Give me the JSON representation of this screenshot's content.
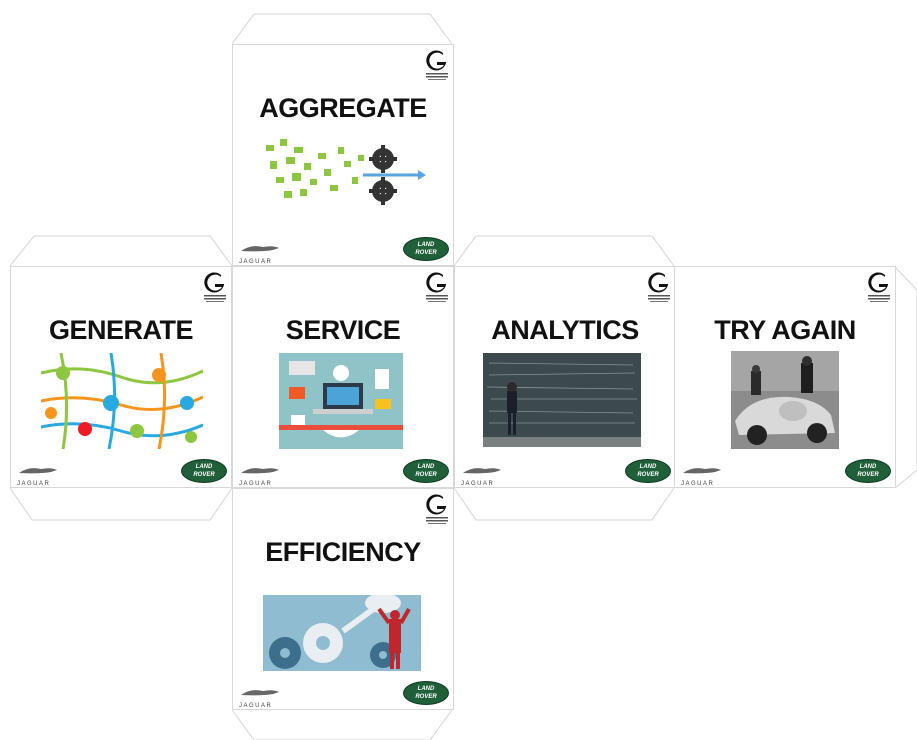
{
  "faces": {
    "aggregate": {
      "title": "AGGREGATE"
    },
    "generate": {
      "title": "GENERATE"
    },
    "service": {
      "title": "SERVICE"
    },
    "analytics": {
      "title": "ANALYTICS"
    },
    "try_again": {
      "title": "TRY AGAIN"
    },
    "efficiency": {
      "title": "EFFICIENCY"
    }
  },
  "brand": {
    "jaguar": "JAGUAR",
    "land_rover_line1": "LAND",
    "land_rover_line2": "ROVER"
  },
  "colors": {
    "land_rover_green": "#1f5f3a",
    "gear_dark": "#333333",
    "network_green": "#8dc63f",
    "service_bg": "#8fc3c7",
    "efficiency_bg": "#8fbcd0",
    "chalkboard": "#3d4a4d"
  }
}
